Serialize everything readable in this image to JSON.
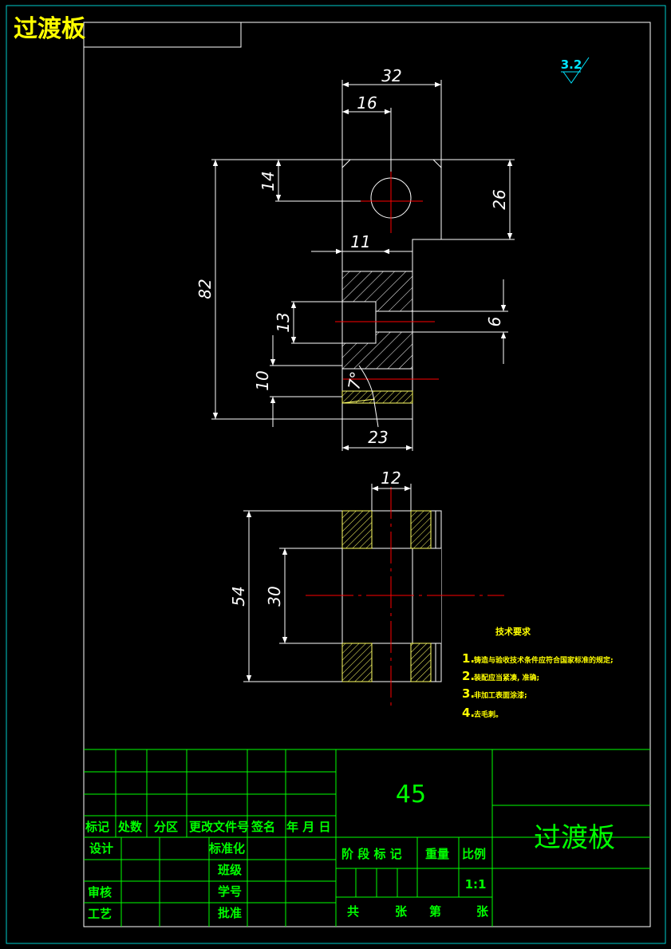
{
  "drawing": {
    "title": "过渡板",
    "surface_finish": "3.2",
    "material": "45",
    "scale": "1:1"
  },
  "dimensions": {
    "front": [
      "32",
      "16",
      "14",
      "26",
      "82",
      "11",
      "13",
      "6",
      "10",
      "7°",
      "23"
    ],
    "side": [
      "12",
      "54",
      "30"
    ]
  },
  "notes": {
    "heading": "技术要求",
    "items": [
      {
        "num": "1.",
        "text": "铸造与验收技术条件应符合国家标准的规定;"
      },
      {
        "num": "2.",
        "text": "装配应当紧凑, 准确;"
      },
      {
        "num": "3.",
        "text": "非加工表面涂漆;"
      },
      {
        "num": "4.",
        "text": "去毛刺。"
      }
    ]
  },
  "title_block": {
    "revision_headers": [
      "标记",
      "处数",
      "分区",
      "更改文件号",
      "签名",
      "年 月 日"
    ],
    "design": "设计",
    "standardize": "标准化",
    "class_label": "班级",
    "review": "审核",
    "student_no": "学号",
    "process": "工艺",
    "approve": "批准",
    "stage_mark": "阶 段 标 记",
    "weight": "重量",
    "ratio": "比例",
    "total": "共",
    "sheet_unit": "张",
    "sheet_no": "第",
    "sheet_unit2": "张"
  }
}
